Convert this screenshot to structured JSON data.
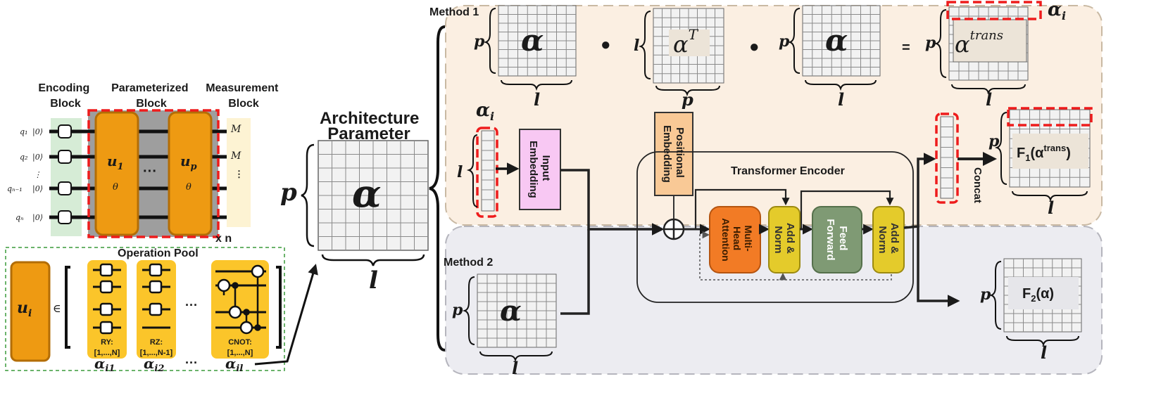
{
  "colors": {
    "method1_bg": "#fbefe2",
    "method2_bg": "#ececf1",
    "encoding_block": "#d6ecd6",
    "param_block": "#9e9e9e",
    "unitary": "#ee9a12",
    "measure_block": "#fdf3d3",
    "pool_item": "#fbc52a",
    "input_embedding": "#f8c8f3",
    "positional_embedding": "#f9c996",
    "attention": "#f27b25",
    "add_norm": "#e4cb2b",
    "feed_forward": "#7f9a74",
    "dashed_red": "#ee1c1c"
  },
  "circuit": {
    "encoding_block_label": [
      "Encoding",
      "Block"
    ],
    "param_block_label": [
      "Parameterized",
      "Block"
    ],
    "measurement_block_label": [
      "Measurement",
      "Block"
    ],
    "qubits": [
      "q₁",
      "q₂",
      "⋮",
      "qₙ₋₁",
      "qₙ"
    ],
    "ket": "|0⟩",
    "u1": "u",
    "u1_sub": "1",
    "up": "u",
    "up_sub": "p",
    "theta": "θ",
    "dots": "···",
    "measure": "M",
    "vdots": "⋮",
    "repeat": "x n"
  },
  "operation_pool": {
    "title": "Operation Pool",
    "ui": "u",
    "ui_sub": "i",
    "in_symbol": "∈",
    "ellipsis": "···",
    "items": [
      {
        "name": "RY:",
        "range": "[1,...,N]",
        "alpha": "α",
        "alpha_sub": "i1"
      },
      {
        "name": "RZ:",
        "range": "[1,...,N-1]",
        "alpha": "α",
        "alpha_sub": "i2"
      },
      {
        "name": "CNOT:",
        "range": "[1,...,N]",
        "alpha": "α",
        "alpha_sub": "il"
      }
    ]
  },
  "architecture": {
    "title_line1": "Architecture",
    "title_line2": "Parameter",
    "alpha": "α",
    "p": "p",
    "l": "l"
  },
  "method1": {
    "label": "Method 1",
    "alpha": "α",
    "alpha_T": "α",
    "T": "T",
    "dot": "●",
    "equals": "=",
    "alpha_trans": "α",
    "trans": "trans",
    "alpha_i": "α",
    "alpha_i_sub": "i",
    "p": "p",
    "l": "l",
    "concat": "Concat",
    "f1": "F",
    "f1_sub": "1",
    "f1_arg": "(α",
    "f1_sup": "trans",
    "f1_close": ")"
  },
  "transformer": {
    "input_embedding": [
      "Input",
      "Embedding"
    ],
    "positional_embedding": [
      "Positional",
      "Embedding"
    ],
    "title": "Transformer Encoder",
    "attention": [
      "Multi-",
      "Head",
      "Attention"
    ],
    "add_norm": [
      "Add &",
      "Norm"
    ],
    "feed_forward": [
      "Feed",
      "Forward"
    ],
    "plus": "⊕"
  },
  "method2": {
    "label": "Method 2",
    "alpha": "α",
    "p": "p",
    "l": "l",
    "f2": "F",
    "f2_sub": "2",
    "f2_arg": "(α)"
  }
}
